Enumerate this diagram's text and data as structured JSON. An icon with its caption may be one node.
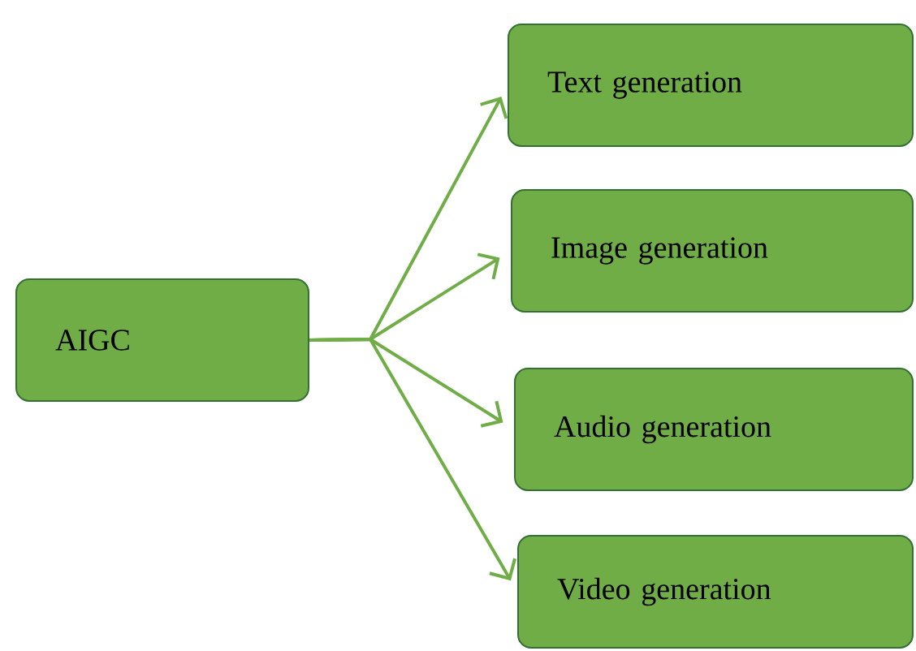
{
  "diagram": {
    "nodes": [
      {
        "text": [
          "AIGC"
        ]
      },
      {
        "text": [
          "Text generation"
        ]
      },
      {
        "text": [
          "Image generation"
        ]
      },
      {
        "text": [
          "Audio generation"
        ]
      },
      {
        "text": [
          "Video generation"
        ]
      }
    ],
    "edges": [
      {
        "from": 0,
        "to": 1,
        "arrow": "to"
      },
      {
        "from": 0,
        "to": 2,
        "arrow": "to"
      },
      {
        "from": 0,
        "to": 3,
        "arrow": "to"
      },
      {
        "from": 0,
        "to": 4,
        "arrow": "to"
      }
    ]
  }
}
